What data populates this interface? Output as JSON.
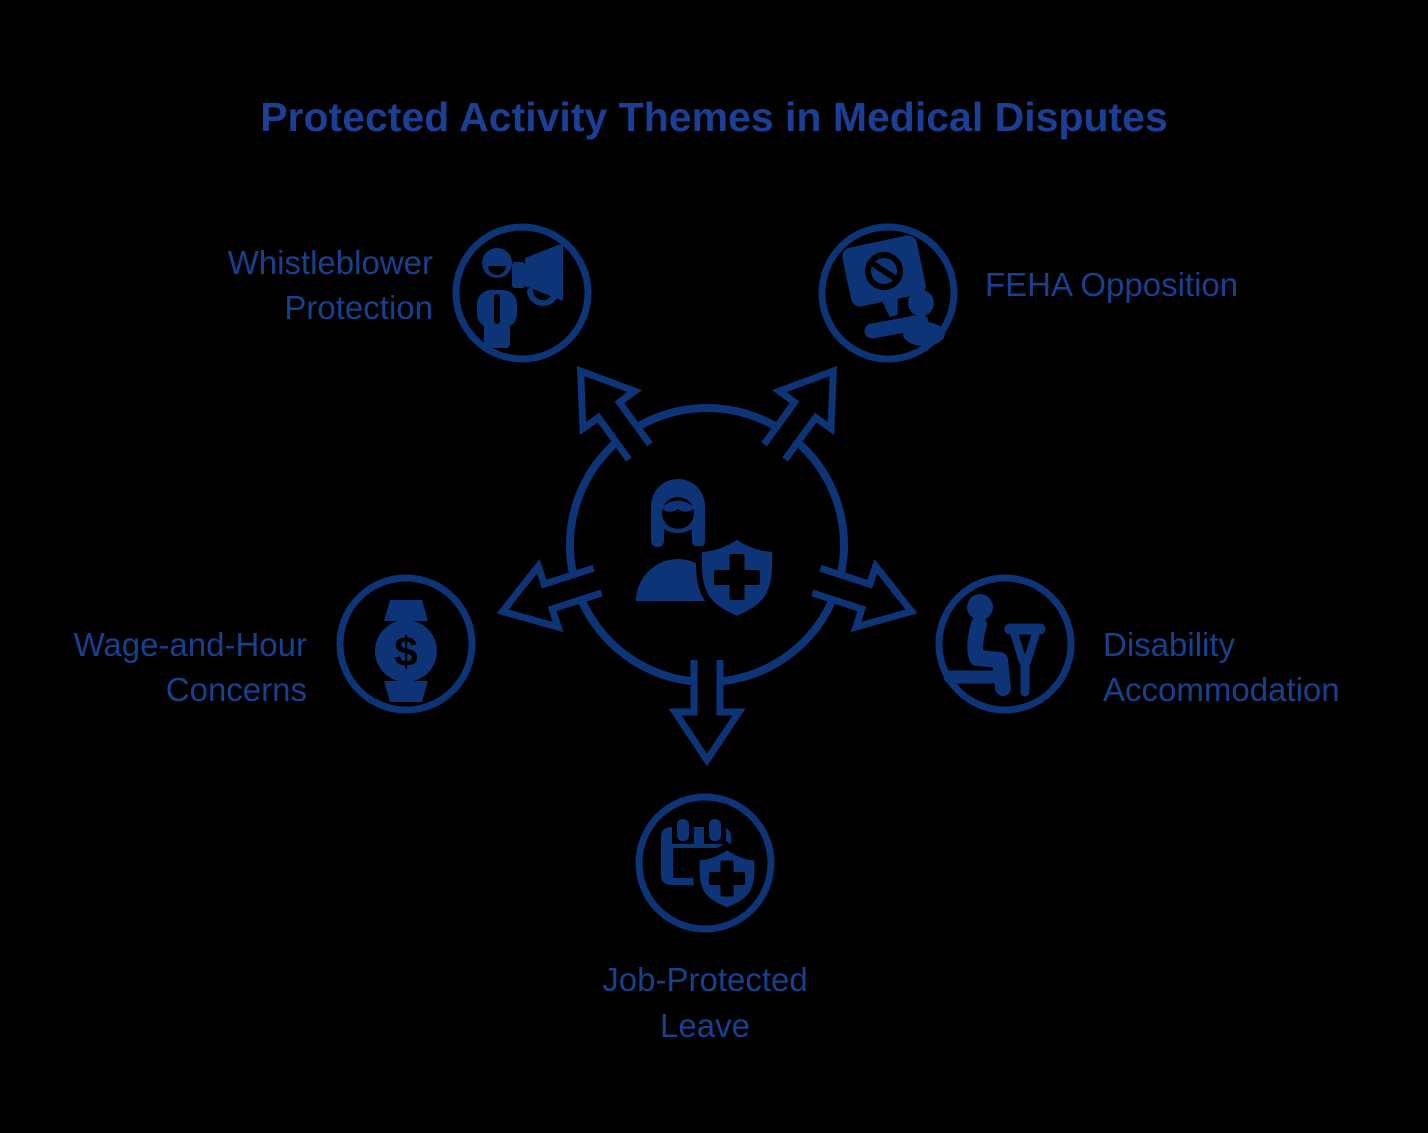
{
  "title": "Protected Activity Themes in Medical Disputes",
  "colors": {
    "background": "#000000",
    "diagram_blue": "#0e3478",
    "label_blue": "#17418f",
    "title_blue": "#1b3f94"
  },
  "hub": {
    "icon": "patient-medical-shield-icon"
  },
  "nodes": [
    {
      "id": "whistleblower-protection",
      "label": "Whistleblower Protection",
      "lines": [
        "Whistleblower",
        "Protection"
      ],
      "icon": "person-megaphone-icon",
      "position": "top-left"
    },
    {
      "id": "feha-opposition",
      "label": "FEHA Opposition",
      "lines": [
        "FEHA Opposition"
      ],
      "icon": "protest-sign-person-icon",
      "position": "top-right"
    },
    {
      "id": "wage-and-hour-concerns",
      "label": "Wage-and-Hour Concerns",
      "lines": [
        "Wage-and-Hour",
        "Concerns"
      ],
      "icon": "watch-dollar-icon",
      "glyph": "$",
      "position": "left"
    },
    {
      "id": "disability-accommodation",
      "label": "Disability Accommodation",
      "lines": [
        "Disability",
        "Accommodation"
      ],
      "icon": "seated-person-crutch-icon",
      "position": "right"
    },
    {
      "id": "job-protected-leave",
      "label": "Job-Protected Leave",
      "lines": [
        "Job-Protected",
        "Leave"
      ],
      "icon": "calendar-shield-icon",
      "position": "bottom"
    }
  ]
}
